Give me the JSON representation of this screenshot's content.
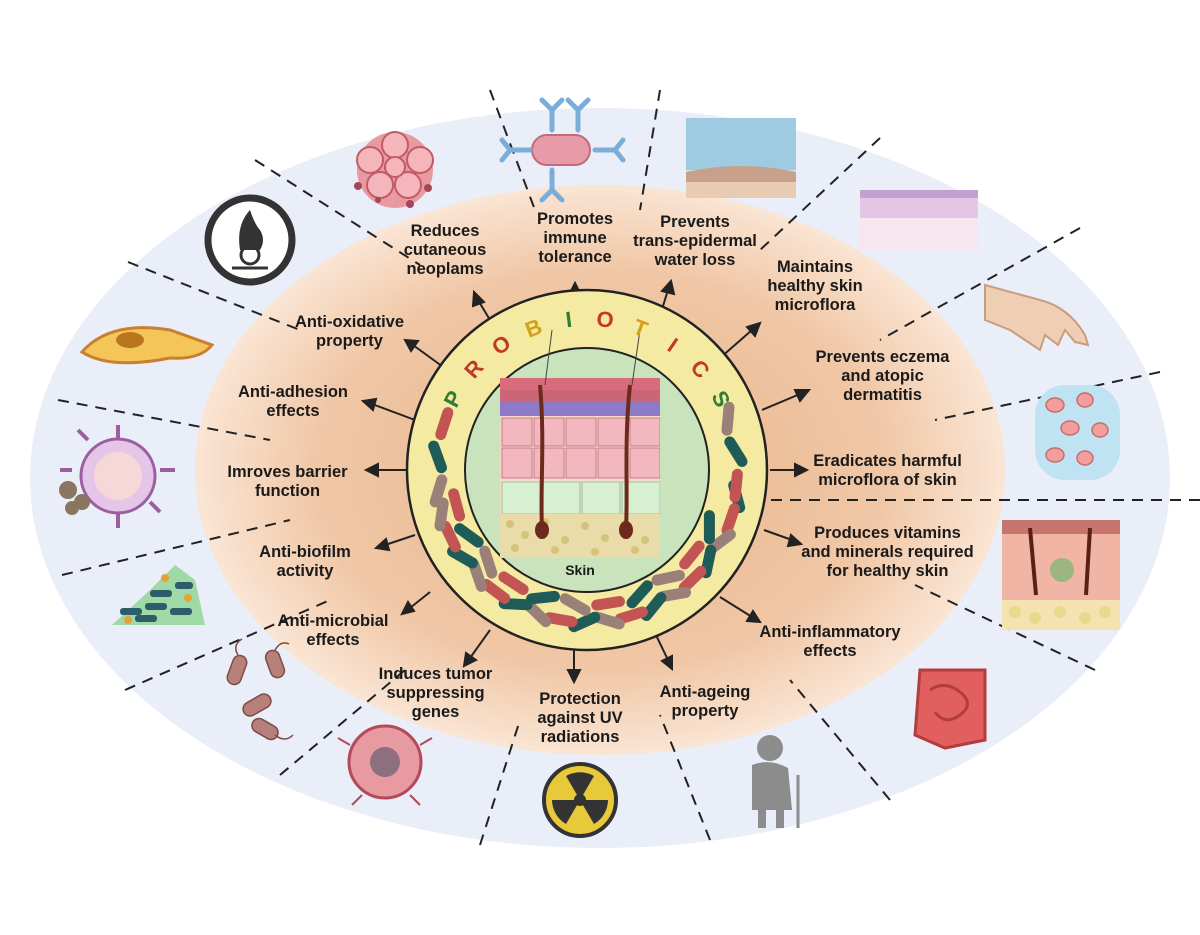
{
  "center": {
    "word": "PROBIOTICS",
    "skin_label": "Skin"
  },
  "effects": {
    "reduces_neoplasms": "Reduces\ncutaneous\nneoplams",
    "immune_tolerance": "Promotes\nimmune\ntolerance",
    "water_loss": "Prevents\ntrans-epidermal\nwater loss",
    "healthy_microflora": "Maintains\nhealthy skin\nmicroflora",
    "eczema": "Prevents eczema\nand atopic\ndermatitis",
    "harmful_microflora": "Eradicates harmful\nmicroflora of skin",
    "vitamins": "Produces vitamins\nand minerals required\nfor healthy skin",
    "anti_inflammatory": "Anti-inflammatory\neffects",
    "anti_ageing": "Anti-ageing\nproperty",
    "uv_protection": "Protection\nagainst UV\nradiations",
    "tumor_genes": "Induces tumor\nsuppressing\ngenes",
    "anti_microbial": "Anti-microbial\neffects",
    "anti_biofilm": "Anti-biofilm\nactivity",
    "barrier": "Imroves barrier\nfunction",
    "anti_adhesion": "Anti-adhesion\neffects",
    "anti_oxidative": "Anti-oxidative\nproperty"
  },
  "icons": [
    "cancer-cells-icon",
    "antibody-bacterium-icon",
    "water-layer-icon",
    "skin-layer-icon",
    "rash-hand-icon",
    "tissue-cells-icon",
    "skin-section-icon",
    "intestine-icon",
    "elderly-person-icon",
    "radiation-icon",
    "tumor-cell-icon",
    "bacteria-icon",
    "biofilm-icon",
    "immune-cell-icon",
    "fibroblast-icon",
    "oxidizer-hazard-icon"
  ],
  "colors": {
    "outer_ring": "#e9eef8",
    "inner_glow": "#efc09d",
    "probiotic_ring": "#f4eaa1",
    "skin_circle": "#c9e4bd",
    "letter_red": "#c0392b",
    "letter_green": "#2e7d32",
    "letter_yellow": "#d4a017"
  }
}
